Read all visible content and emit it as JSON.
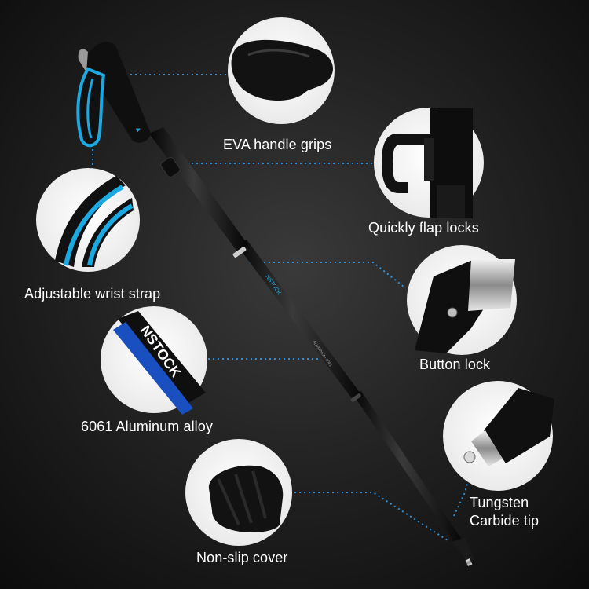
{
  "features": {
    "grip": "EVA handle grips",
    "flap_lock": "Quickly flap locks",
    "strap": "Adjustable wrist strap",
    "button_lock": "Button lock",
    "alloy": "6061 Aluminum alloy",
    "tip_line1": "Tungsten",
    "tip_line2": "Carbide tip",
    "cover": "Non-slip cover"
  },
  "colors": {
    "accent_blue": "#1aa9e0",
    "pole_black": "#101010",
    "bubble_white": "#f4f4f4",
    "dotted_line": "#2f8fd6"
  }
}
